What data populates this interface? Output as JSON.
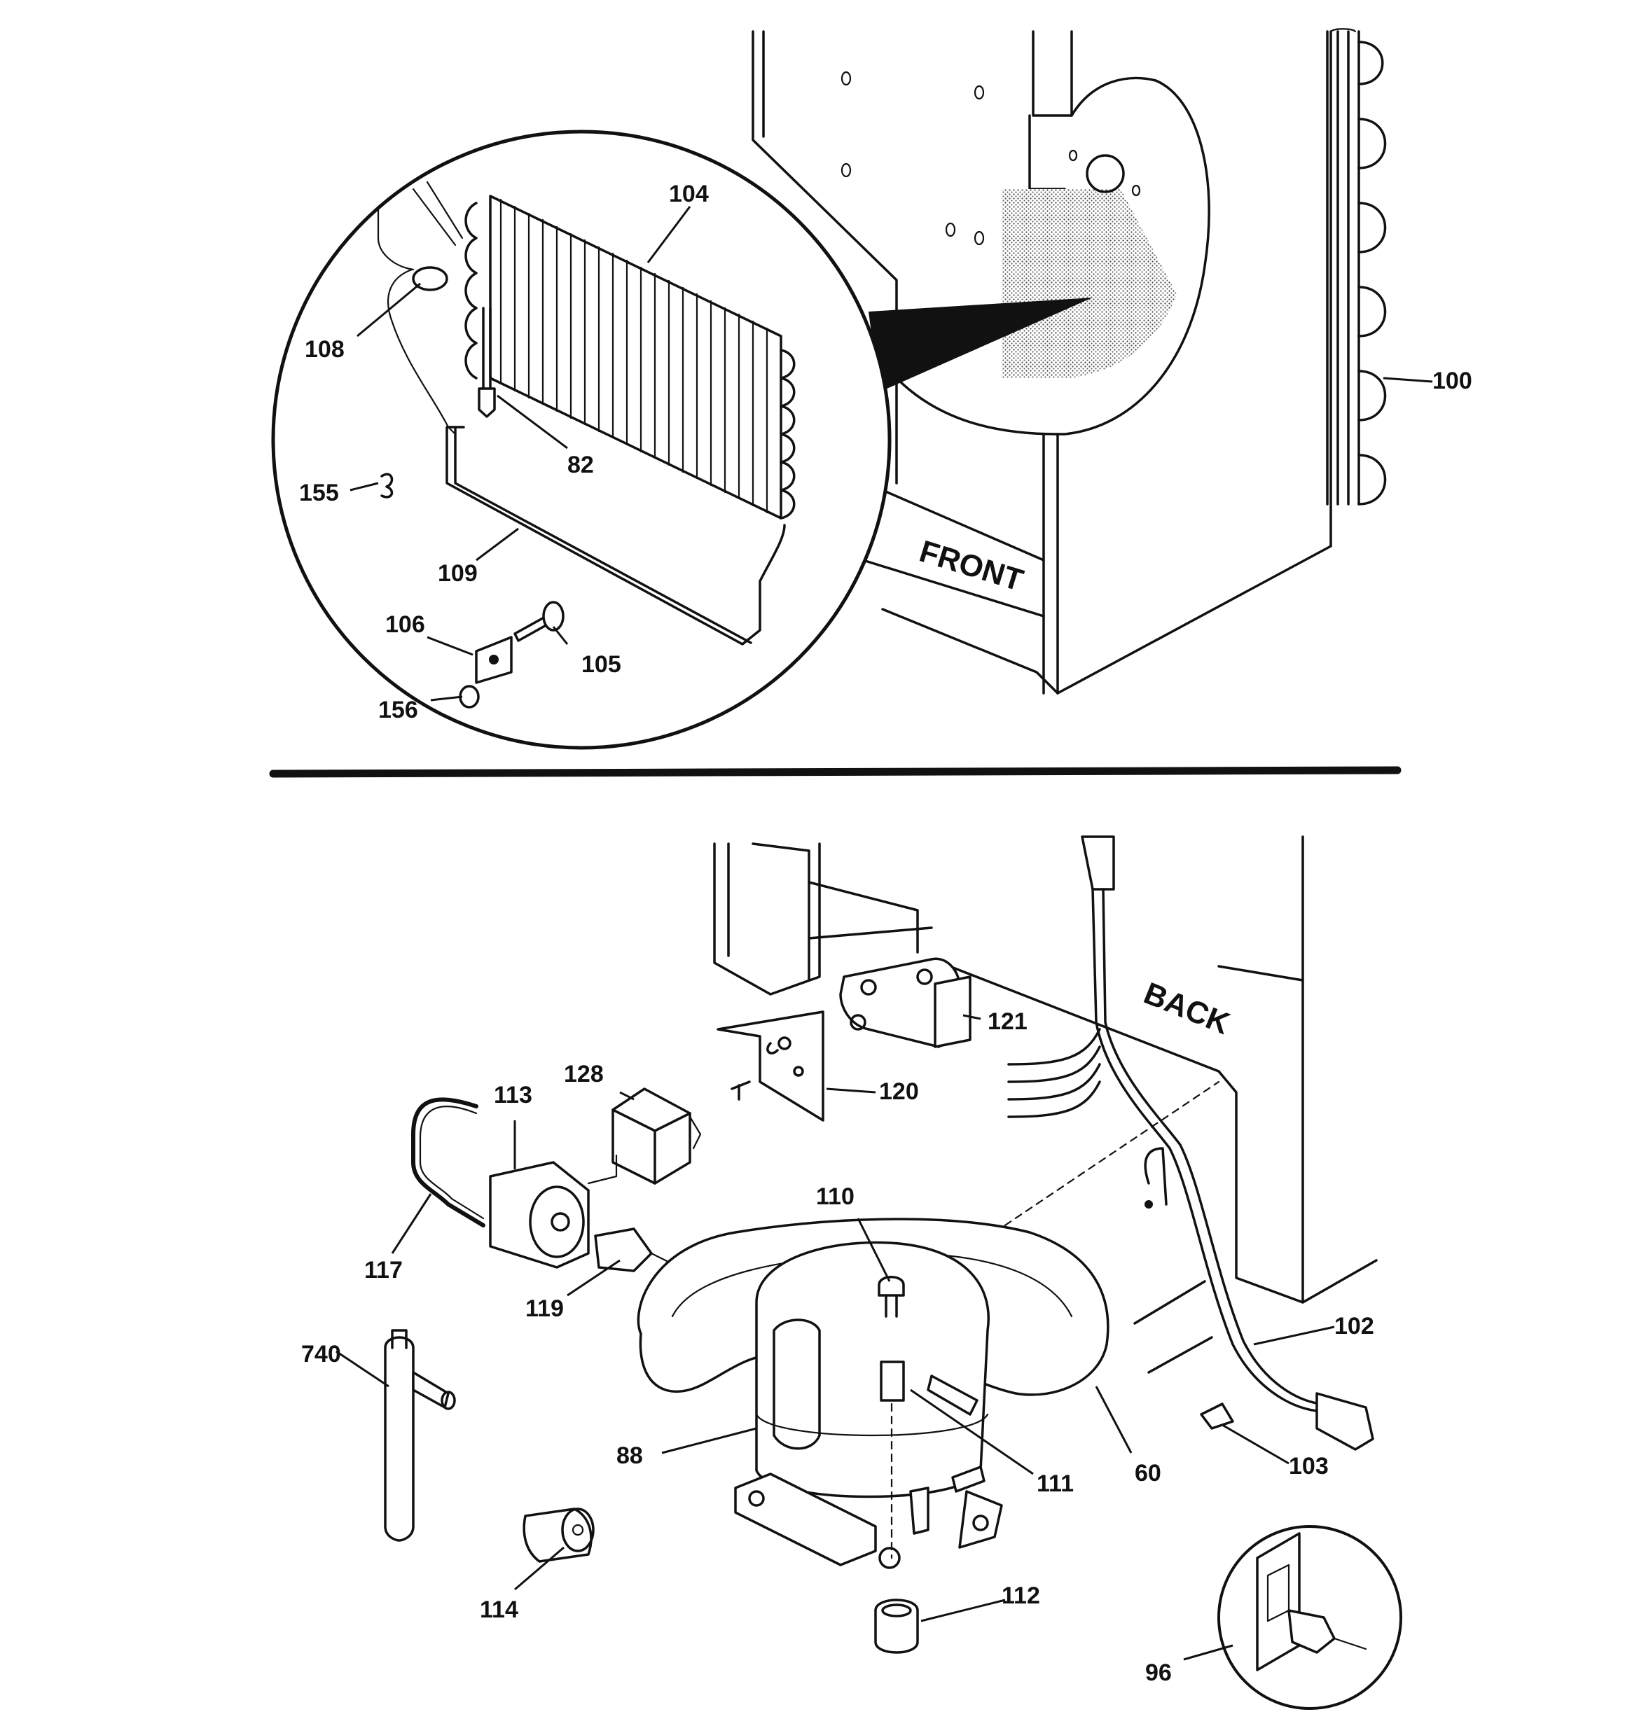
{
  "labels": {
    "front": "FRONT",
    "back": "BACK"
  },
  "callouts": {
    "c104": "104",
    "c108": "108",
    "c82": "82",
    "c155": "155",
    "c109": "109",
    "c106": "106",
    "c105": "105",
    "c156": "156",
    "c100": "100",
    "c121": "121",
    "c128": "128",
    "c113": "113",
    "c120": "120",
    "c110": "110",
    "c117": "117",
    "c119": "119",
    "c102": "102",
    "c740": "740",
    "c88": "88",
    "c111": "111",
    "c60": "60",
    "c103": "103",
    "c114": "114",
    "c112": "112",
    "c96": "96"
  }
}
